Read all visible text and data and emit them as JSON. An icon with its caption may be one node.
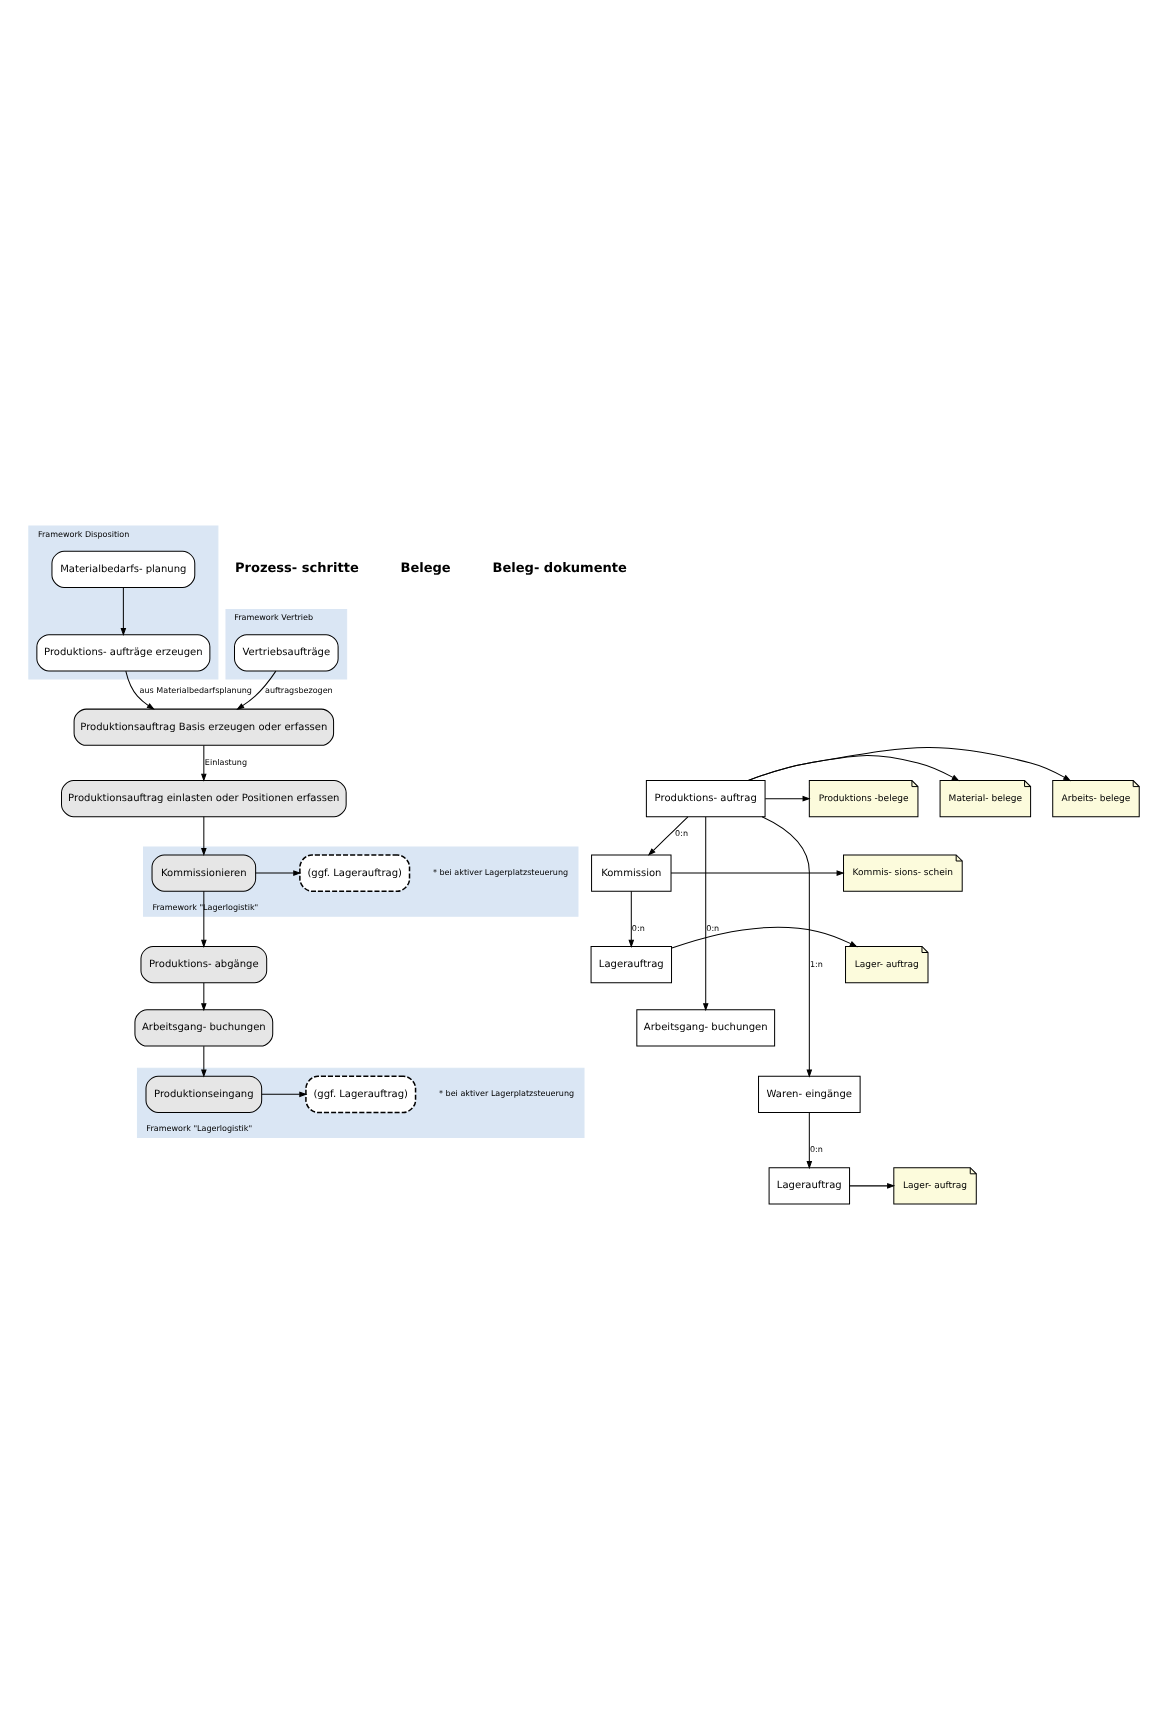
{
  "diagram": {
    "nodes": [
      {
        "text": [
          "Framework Disposition"
        ]
      },
      {
        "text": [
          "Materialbedarfs- planung"
        ],
        "in": 0
      },
      {
        "text": [
          "Produktions- aufträge erzeugen"
        ],
        "in": 0
      },
      {
        "text": [
          "Framework Vertrieb"
        ]
      },
      {
        "text": [
          "Vertriebsaufträge"
        ],
        "in": 3
      },
      {
        "text": [
          "Produktionsauftrag Basis erzeugen oder erfassen"
        ]
      },
      {
        "text": [
          "Produktionsauftrag einlasten oder Positionen erfassen"
        ]
      },
      {
        "text": [
          "Framework \"Lagerlogistik\""
        ]
      },
      {
        "text": [
          "Kommissionieren"
        ],
        "in": 7
      },
      {
        "text": [
          "(ggf. Lagerauftrag)"
        ],
        "in": 7,
        "beside": [
          "* bei aktiver Lagerplatzsteuerung"
        ]
      },
      {
        "text": [
          "Produktions- abgänge"
        ]
      },
      {
        "text": [
          "Arbeitsgang- buchungen"
        ]
      },
      {
        "text": [
          "Framework \"Lagerlogistik\""
        ]
      },
      {
        "text": [
          "Produktionseingang"
        ],
        "in": 12
      },
      {
        "text": [
          "(ggf. Lagerauftrag)"
        ],
        "in": 12,
        "beside": [
          "* bei aktiver Lagerplatzsteuerung"
        ]
      },
      {
        "text": [
          "Produktions- auftrag"
        ]
      },
      {
        "text": [
          "Kommission"
        ]
      },
      {
        "text": [
          "Lagerauftrag"
        ]
      },
      {
        "text": [
          "Arbeitsgang- buchungen"
        ]
      },
      {
        "text": [
          "Waren- eingänge"
        ]
      },
      {
        "text": [
          "Lagerauftrag"
        ]
      },
      {
        "text": [
          "Produktions -belege"
        ]
      },
      {
        "text": [
          "Material- belege"
        ]
      },
      {
        "text": [
          "Arbeits- belege"
        ]
      },
      {
        "text": [
          "Kommis- sions- schein"
        ]
      },
      {
        "text": [
          "Lager- auftrag"
        ]
      },
      {
        "text": [
          "Lager- auftrag"
        ]
      }
    ],
    "edges": [
      {
        "from": 1,
        "to": 2,
        "arrow": "to"
      },
      {
        "from": 2,
        "to": 5,
        "arrow": "to",
        "label": "aus Materialbedarfsplanung"
      },
      {
        "from": 4,
        "to": 5,
        "arrow": "to",
        "label": "auftragsbezogen"
      },
      {
        "from": 5,
        "to": 6,
        "arrow": "to",
        "label": "Einlastung"
      },
      {
        "from": 6,
        "to": 8,
        "arrow": "to"
      },
      {
        "from": 8,
        "to": 9,
        "arrow": "to"
      },
      {
        "from": 8,
        "to": 10,
        "arrow": "to"
      },
      {
        "from": 10,
        "to": 11,
        "arrow": "to"
      },
      {
        "from": 11,
        "to": 13,
        "arrow": "to"
      },
      {
        "from": 13,
        "to": 14,
        "arrow": "to"
      },
      {
        "from": 15,
        "to": 16,
        "arrow": "to",
        "label": "0:n"
      },
      {
        "from": 15,
        "to": 18,
        "arrow": "to",
        "label": "0:n"
      },
      {
        "from": 15,
        "to": 19,
        "arrow": "to",
        "label": "1:n"
      },
      {
        "from": 16,
        "to": 17,
        "arrow": "to",
        "label": "0:n"
      },
      {
        "from": 19,
        "to": 20,
        "arrow": "to",
        "label": "0:n"
      },
      {
        "from": 15,
        "to": 21,
        "arrow": "to"
      },
      {
        "from": 15,
        "to": 22,
        "arrow": "to"
      },
      {
        "from": 15,
        "to": 23,
        "arrow": "to"
      },
      {
        "from": 16,
        "to": 24,
        "arrow": "to"
      },
      {
        "from": 17,
        "to": 25,
        "arrow": "to"
      },
      {
        "from": 20,
        "to": 26,
        "arrow": "to"
      }
    ],
    "labels": [
      "Prozess- schritte",
      "Belege",
      "Beleg- dokumente"
    ]
  }
}
